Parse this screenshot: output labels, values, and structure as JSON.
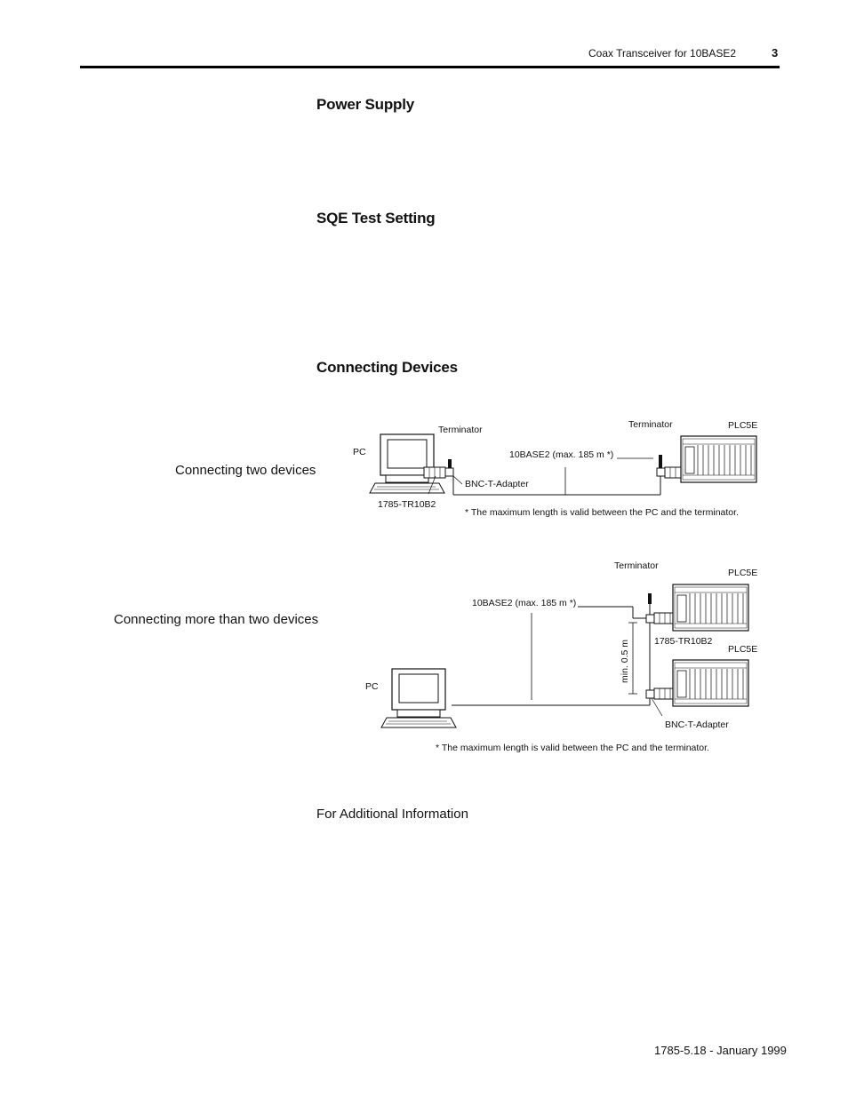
{
  "header": {
    "title": "Coax Transceiver for 10BASE2",
    "page_number": "3"
  },
  "sections": {
    "power_supply": "Power Supply",
    "sqe": "SQE Test Setting",
    "connecting": "Connecting Devices",
    "additional": "For Additional Information"
  },
  "figure1": {
    "caption": "Connecting two devices",
    "pc": "PC",
    "terminator_left": "Terminator",
    "terminator_right": "Terminator",
    "plc": "PLC5E",
    "cable": "10BASE2 (max. 185 m *)",
    "bnc": "BNC-T-Adapter",
    "transceiver": "1785-TR10B2",
    "note": "* The maximum length is valid between the PC and the terminator."
  },
  "figure2": {
    "caption": "Connecting more than two devices",
    "terminator": "Terminator",
    "plc_top": "PLC5E",
    "plc_bottom": "PLC5E",
    "cable": "10BASE2 (max. 185 m *)",
    "transceiver": "1785-TR10B2",
    "min_length": "min. 0.5 m",
    "pc": "PC",
    "bnc": "BNC-T-Adapter",
    "note": "* The maximum length is valid between the PC and the terminator."
  },
  "footer": {
    "doc_id": "1785-5.18 - January 1999"
  }
}
